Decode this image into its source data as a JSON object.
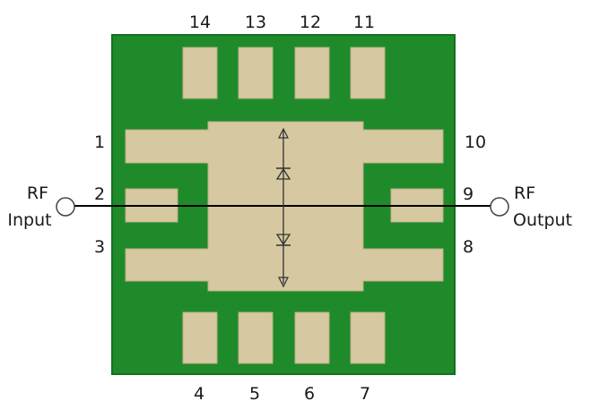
{
  "colors": {
    "board": "#1f8a2a",
    "board_edge": "#157020",
    "pad": "#d6c8a0",
    "pad_edge": "#bdae86",
    "trace": "#000000"
  },
  "pins": {
    "p1": "1",
    "p2": "2",
    "p3": "3",
    "p4": "4",
    "p5": "5",
    "p6": "6",
    "p7": "7",
    "p8": "8",
    "p9": "9",
    "p10": "10",
    "p11": "11",
    "p12": "12",
    "p13": "13",
    "p14": "14"
  },
  "ports": {
    "input_line1": "RF",
    "input_line2": "Input",
    "output_line1": "RF",
    "output_line2": "Output"
  }
}
